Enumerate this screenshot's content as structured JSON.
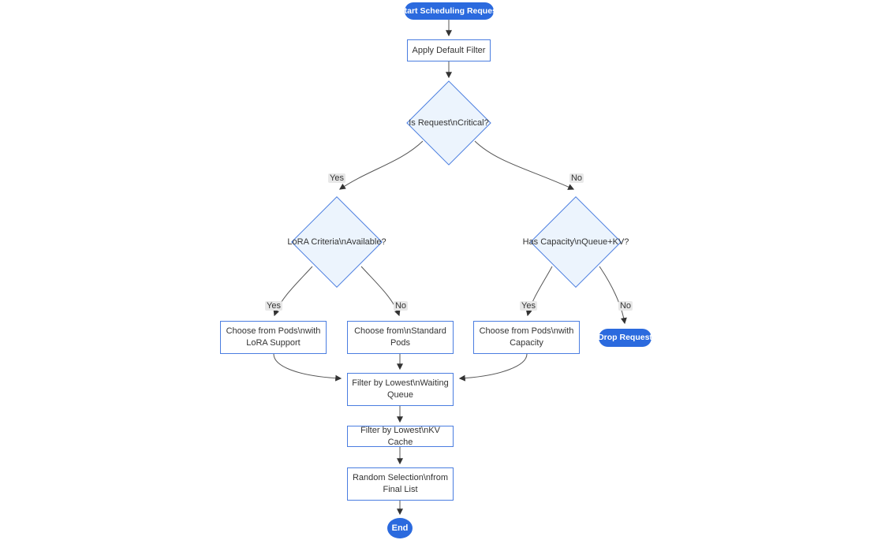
{
  "diagram": {
    "type": "flowchart",
    "nodes": {
      "start": {
        "shape": "stadium",
        "label": "Start Scheduling Request",
        "lines": [
          "Start Scheduling Request"
        ]
      },
      "apply_filter": {
        "shape": "rect",
        "label": "Apply Default Filter",
        "lines": [
          "Apply Default Filter"
        ]
      },
      "is_critical": {
        "shape": "diamond",
        "label": "Is Request\\nCritical?",
        "lines": [
          "Is Request\\nCritical?"
        ]
      },
      "lora_available": {
        "shape": "diamond",
        "label": "LoRA Criteria\\nAvailable?",
        "lines": [
          "LoRA Criteria\\nAvailable?"
        ]
      },
      "has_capacity": {
        "shape": "diamond",
        "label": "Has Capacity\\nQueue+KV?",
        "lines": [
          "Has Capacity\\nQueue+KV?"
        ]
      },
      "choose_lora_pods": {
        "shape": "rect",
        "label": "Choose from Pods\\nwith LoRA Support",
        "lines": [
          "Choose from Pods\\nwith",
          "LoRA Support"
        ]
      },
      "choose_standard_pods": {
        "shape": "rect",
        "label": "Choose from\\nStandard Pods",
        "lines": [
          "Choose from\\nStandard",
          "Pods"
        ]
      },
      "choose_capacity_pods": {
        "shape": "rect",
        "label": "Choose from Pods\\nwith Capacity",
        "lines": [
          "Choose from Pods\\nwith",
          "Capacity"
        ]
      },
      "drop_request": {
        "shape": "stadium",
        "label": "Drop Request",
        "lines": [
          "Drop Request"
        ]
      },
      "filter_waiting_queue": {
        "shape": "rect",
        "label": "Filter by Lowest\\nWaiting Queue",
        "lines": [
          "Filter by Lowest\\nWaiting",
          "Queue"
        ]
      },
      "filter_kv_cache": {
        "shape": "rect",
        "label": "Filter by Lowest\\nKV Cache",
        "lines": [
          "Filter by Lowest\\nKV Cache"
        ]
      },
      "random_selection": {
        "shape": "rect",
        "label": "Random Selection\\nfrom Final List",
        "lines": [
          "Random Selection\\nfrom",
          "Final List"
        ]
      },
      "end": {
        "shape": "circle",
        "label": "End",
        "lines": [
          "End"
        ]
      }
    },
    "edge_labels": {
      "d1_yes": "Yes",
      "d1_no": "No",
      "d2_yes": "Yes",
      "d2_no": "No",
      "d3_yes": "Yes",
      "d3_no": "No"
    },
    "edges": [
      {
        "from": "start",
        "to": "apply_filter"
      },
      {
        "from": "apply_filter",
        "to": "is_critical"
      },
      {
        "from": "is_critical",
        "to": "lora_available",
        "label": "Yes"
      },
      {
        "from": "is_critical",
        "to": "has_capacity",
        "label": "No"
      },
      {
        "from": "lora_available",
        "to": "choose_lora_pods",
        "label": "Yes"
      },
      {
        "from": "lora_available",
        "to": "choose_standard_pods",
        "label": "No"
      },
      {
        "from": "has_capacity",
        "to": "choose_capacity_pods",
        "label": "Yes"
      },
      {
        "from": "has_capacity",
        "to": "drop_request",
        "label": "No"
      },
      {
        "from": "choose_lora_pods",
        "to": "filter_waiting_queue"
      },
      {
        "from": "choose_standard_pods",
        "to": "filter_waiting_queue"
      },
      {
        "from": "choose_capacity_pods",
        "to": "filter_waiting_queue"
      },
      {
        "from": "filter_waiting_queue",
        "to": "filter_kv_cache"
      },
      {
        "from": "filter_kv_cache",
        "to": "random_selection"
      },
      {
        "from": "random_selection",
        "to": "end"
      }
    ],
    "colors": {
      "pill_fill": "#2b6ade",
      "pill_text": "#ffffff",
      "node_border": "#4a7de0",
      "rect_fill": "#ffffff",
      "diamond_fill": "#ecf4fd",
      "text": "#333333",
      "edge_line": "#555555",
      "arrowhead": "#333333",
      "edge_label_bg": "#e8e8e8"
    }
  }
}
